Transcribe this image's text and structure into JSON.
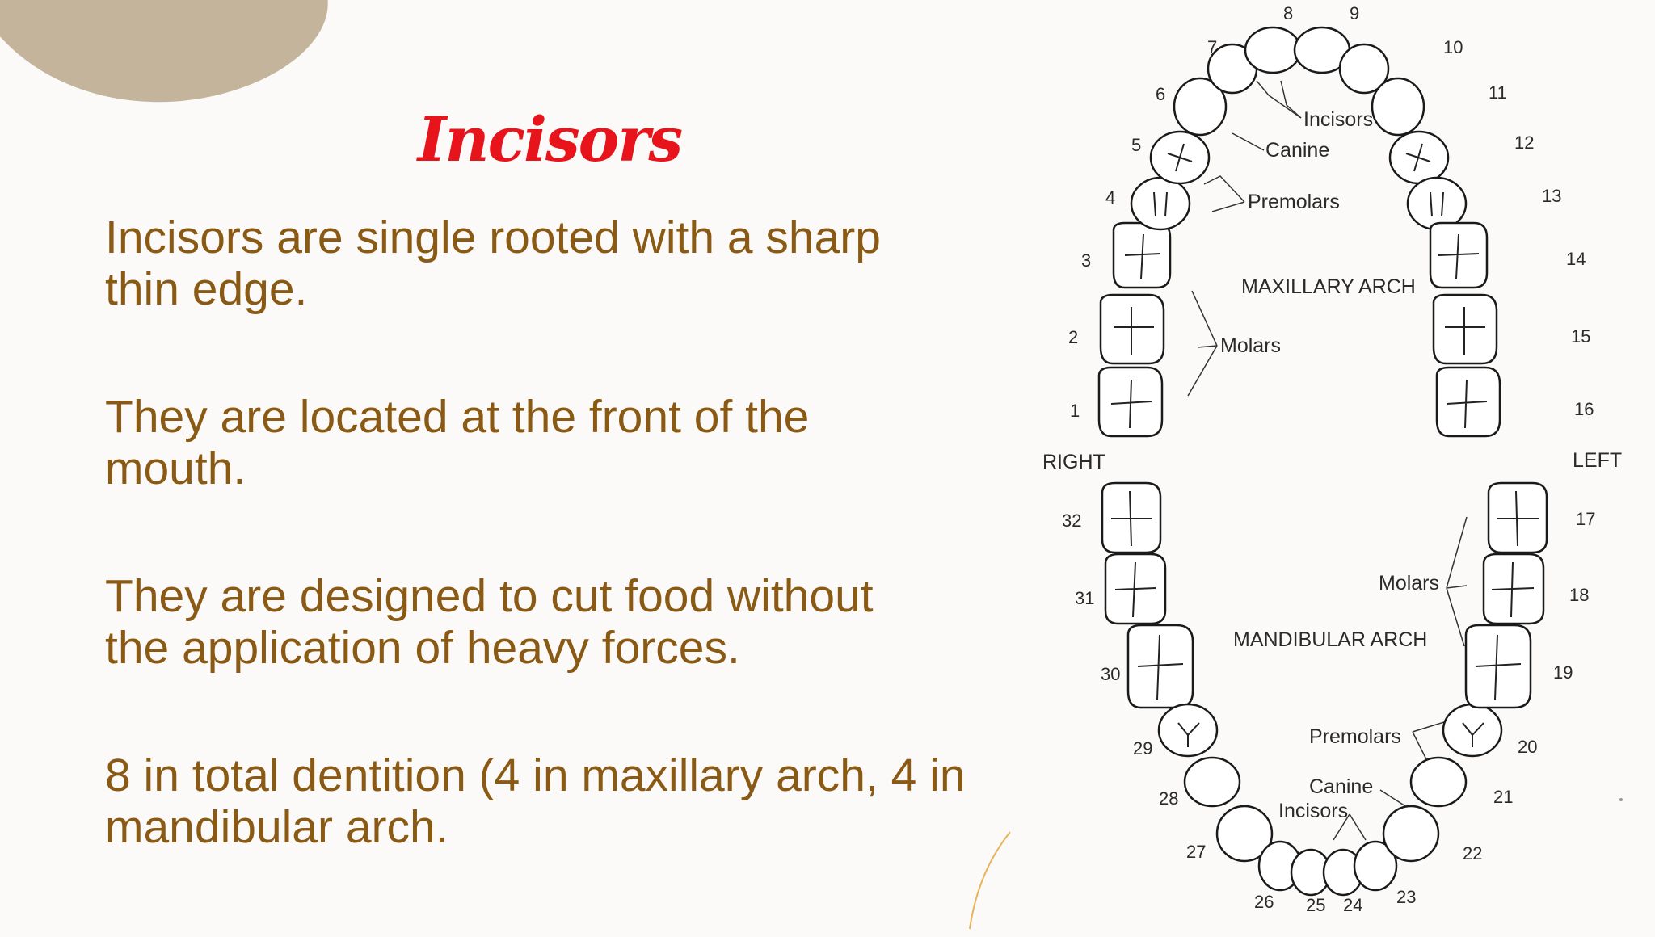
{
  "slide": {
    "title": "Incisors",
    "paragraphs": [
      "Incisors are single rooted with a sharp thin edge.",
      "They are located at the front of the mouth.",
      "They are designed to cut food without the application of heavy forces.",
      "8 in total dentition (4 in maxillary arch, 4 in mandibular arch."
    ]
  },
  "diagram": {
    "side_labels": {
      "right": "RIGHT",
      "left": "LEFT"
    },
    "arch_labels": {
      "maxillary": "MAXILLARY ARCH",
      "mandibular": "MANDIBULAR ARCH"
    },
    "upper_callouts": {
      "incisors": "Incisors",
      "canine": "Canine",
      "premolars": "Premolars",
      "molars": "Molars"
    },
    "lower_callouts": {
      "molars": "Molars",
      "premolars": "Premolars",
      "canine": "Canine",
      "incisors": "Incisors"
    },
    "tooth_numbers": [
      "1",
      "2",
      "3",
      "4",
      "5",
      "6",
      "7",
      "8",
      "9",
      "10",
      "11",
      "12",
      "13",
      "14",
      "15",
      "16",
      "17",
      "18",
      "19",
      "20",
      "21",
      "22",
      "23",
      "24",
      "25",
      "26",
      "27",
      "28",
      "29",
      "30",
      "31",
      "32"
    ]
  },
  "colors": {
    "title": "#e8141c",
    "body_text": "#8a5a14",
    "blob": "#c4b49c",
    "background": "#fbfaf8"
  }
}
